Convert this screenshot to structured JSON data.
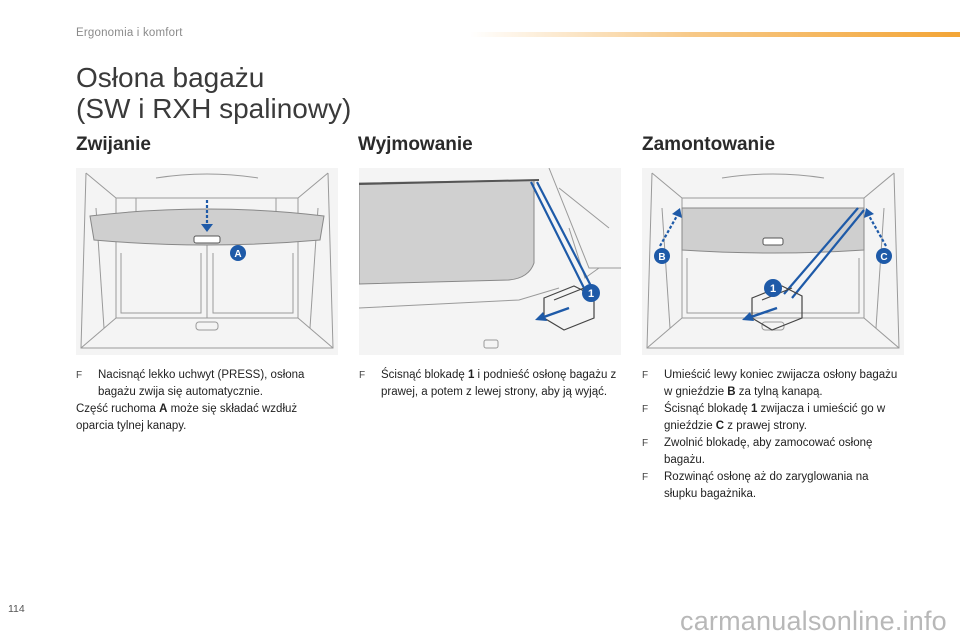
{
  "header": {
    "section": "Ergonomia i komfort"
  },
  "title": {
    "line1": "Osłona bagażu",
    "line2": "(SW i RXH spalinowy)"
  },
  "columns": [
    {
      "heading": "Zwijanie",
      "figure_labels": [
        "A"
      ],
      "bullets": [
        {
          "marker": "F",
          "text": "Nacisnąć lekko uchwyt (PRESS), osłona bagażu zwija się automatycznie."
        }
      ],
      "note": {
        "before": "Część ruchoma ",
        "bold": "A",
        "after": " może się składać wzdłuż oparcia tylnej kanapy."
      }
    },
    {
      "heading": "Wyjmowanie",
      "figure_labels": [
        "1"
      ],
      "bullets": [
        {
          "marker": "F",
          "before": "Ścisnąć blokadę ",
          "bold": "1",
          "after": " i podnieść osłonę bagażu z prawej, a potem z lewej strony, aby ją wyjąć."
        }
      ]
    },
    {
      "heading": "Zamontowanie",
      "figure_labels": [
        "B",
        "C",
        "1"
      ],
      "bullets": [
        {
          "marker": "F",
          "before": "Umieścić lewy koniec zwijacza osłony bagażu w gnieździe ",
          "bold": "B",
          "after": " za tylną kanapą."
        },
        {
          "marker": "F",
          "before": "Ścisnąć blokadę ",
          "bold": "1",
          "after": " zwijacza i umieścić go w gnieździe ",
          "bold2": "C",
          "after2": " z prawej strony."
        },
        {
          "marker": "F",
          "text": "Zwolnić blokadę, aby zamocować osłonę bagażu."
        },
        {
          "marker": "F",
          "text": "Rozwinąć osłonę aż do zaryglowania na słupku bagażnika."
        }
      ]
    }
  ],
  "footer": {
    "page_number": "114",
    "watermark": "carmanualsonline.info"
  },
  "colors": {
    "accent_orange": "#f3a536",
    "label_blue": "#1e5aa8",
    "cover_gray": "#d4d4d4"
  }
}
